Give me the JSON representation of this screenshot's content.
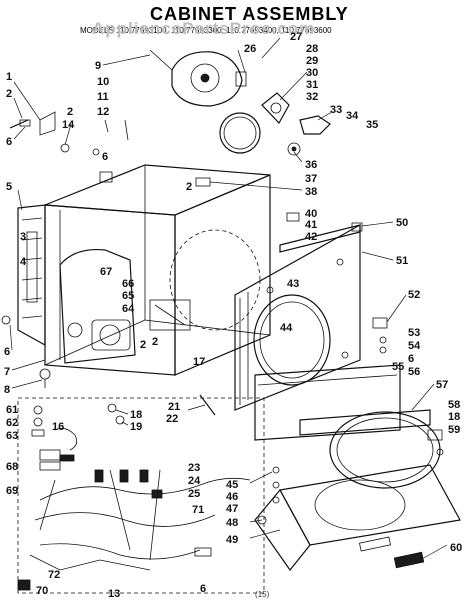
{
  "diagram": {
    "title": "CABINET ASSEMBLY",
    "models_line": "MODELS 110.77693100, 110.77693300, 110.77693400, 110.77693600",
    "watermark": "AppliancePartsPros.com",
    "footer_code": "(15)",
    "callouts": [
      "1",
      "2",
      "2",
      "2",
      "2",
      "2",
      "3",
      "4",
      "5",
      "6",
      "6",
      "6",
      "6",
      "6",
      "7",
      "8",
      "9",
      "10",
      "11",
      "12",
      "13",
      "14",
      "16",
      "17",
      "18",
      "18",
      "19",
      "21",
      "22",
      "23",
      "24",
      "25",
      "26",
      "27",
      "28",
      "29",
      "30",
      "31",
      "32",
      "33",
      "34",
      "35",
      "36",
      "37",
      "38",
      "40",
      "41",
      "42",
      "43",
      "44",
      "45",
      "46",
      "47",
      "48",
      "49",
      "50",
      "51",
      "52",
      "53",
      "54",
      "55",
      "56",
      "57",
      "58",
      "59",
      "60",
      "61",
      "62",
      "63",
      "64",
      "65",
      "66",
      "67",
      "68",
      "69",
      "70",
      "71",
      "72"
    ]
  }
}
